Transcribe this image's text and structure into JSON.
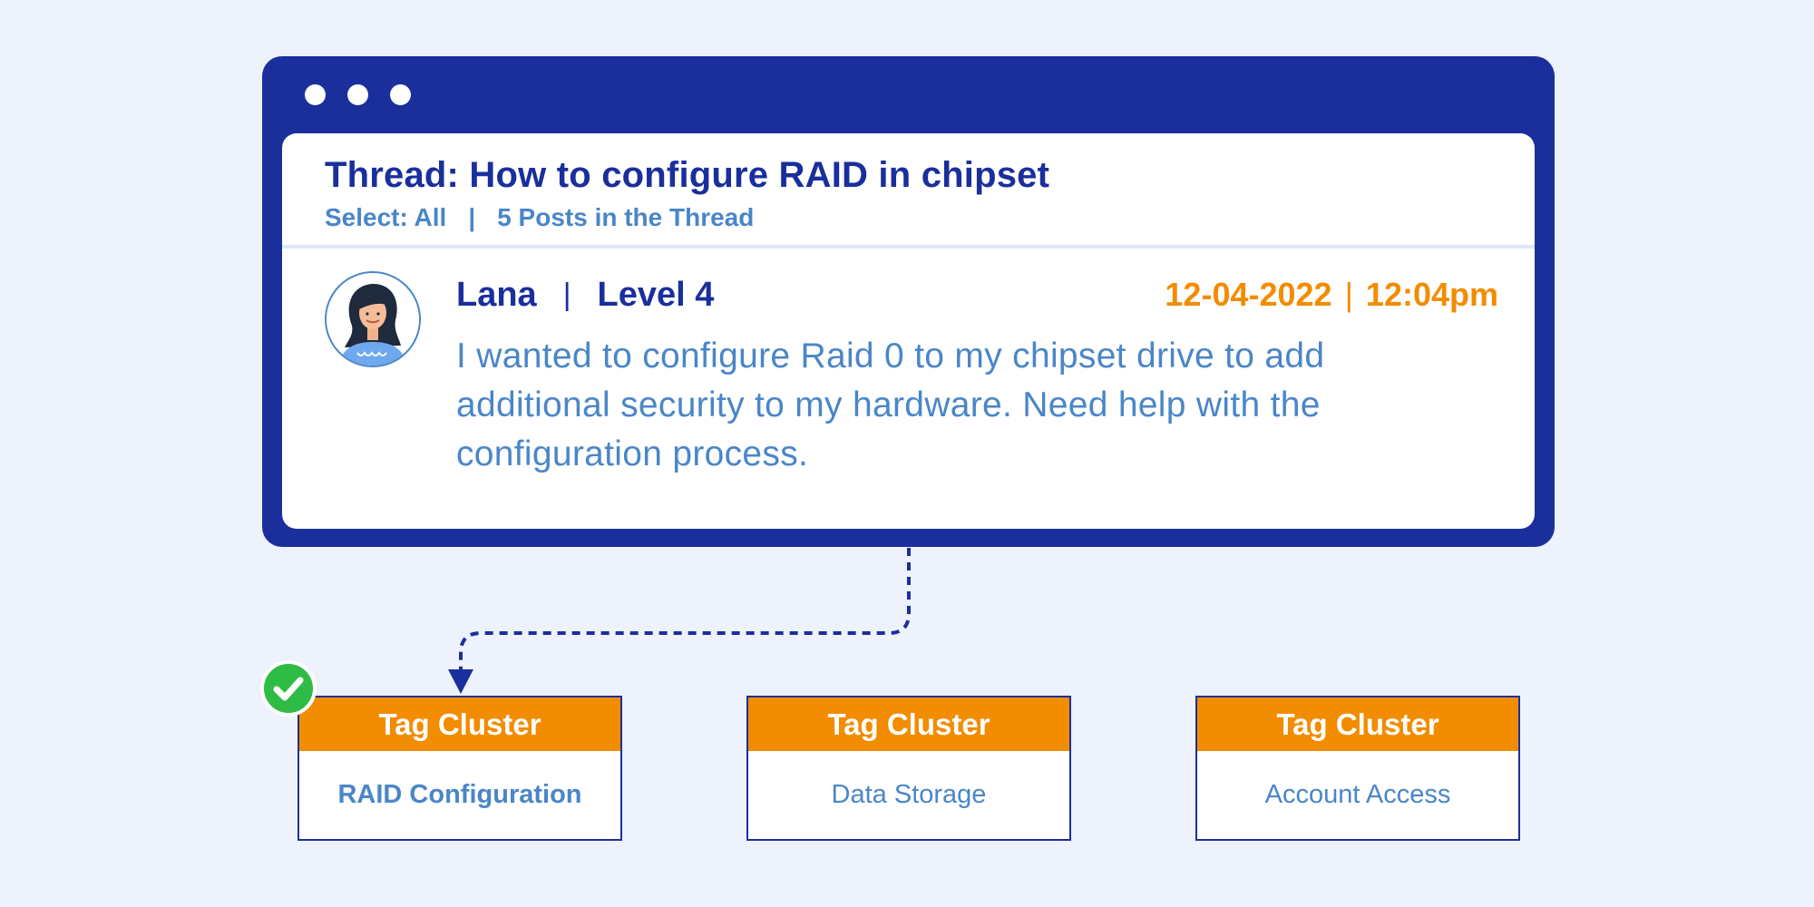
{
  "thread": {
    "title": "Thread: How to configure RAID in chipset",
    "select": "Select: All",
    "separator": "|",
    "posts_count": "5 Posts in the Thread"
  },
  "post": {
    "author": "Lana",
    "separator": "|",
    "level": "Level 4",
    "date": "12-04-2022",
    "time": "12:04pm",
    "body": "I wanted to configure Raid 0 to my chipset drive to add additional security to my hardware. Need help with the configuration process.",
    "avatar_icon": "user-avatar-icon"
  },
  "tags": [
    {
      "header": "Tag Cluster",
      "label": "RAID Configuration",
      "selected": true
    },
    {
      "header": "Tag Cluster",
      "label": "Data Storage",
      "selected": false
    },
    {
      "header": "Tag Cluster",
      "label": "Account Access",
      "selected": false
    }
  ],
  "colors": {
    "background": "#edf2fc",
    "window": "#1a2f9c",
    "accent_text": "#4a86c8",
    "date": "#f28c00",
    "tag_header": "#f28c00",
    "check": "#2fbc46"
  }
}
